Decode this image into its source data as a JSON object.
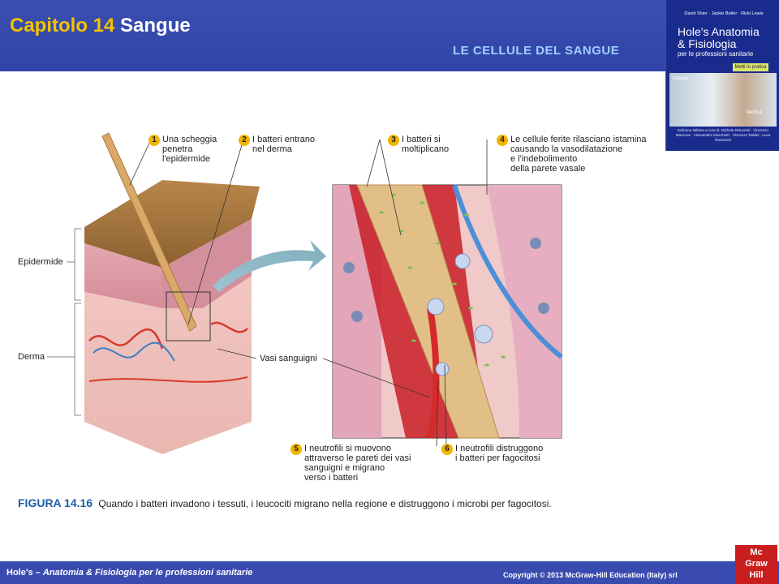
{
  "header": {
    "chapter_prefix": "Capitolo 14",
    "chapter_title": "Sangue",
    "section": "LE CELLULE  DEL SANGUE"
  },
  "book_cover": {
    "authors": "David Shier · Jackie Butler · Ricki Lewis",
    "title_line1": "Hole's Anatomia",
    "title_line2": "& Fisiologia",
    "subtitle": "per le professioni sanitarie",
    "tag": "Metti in pratica",
    "photo_label1": "Impara",
    "photo_label2": "Verifica",
    "edition": "Edizione italiana a cura di: Michela Relucenti · Vincenzo Mazzone · Alessandro Giacchetti · Vincenzo Taddei · Luca Ravanzini"
  },
  "figure": {
    "steps": [
      {
        "num": "1",
        "text": "Una scheggia\npenetra\nl'epidermide"
      },
      {
        "num": "2",
        "text": "I batteri entrano\nnel derma"
      },
      {
        "num": "3",
        "text": "I batteri si\nmoltiplicano"
      },
      {
        "num": "4",
        "text": "Le cellule ferite rilasciano istamina\ncausando la vasodilatazione\ne l'indebolimento\ndella parete vasale"
      },
      {
        "num": "5",
        "text": "I neutrofili si muovono\nattraverso le pareti dei vasi\nsanguigni e migrano\nverso i batteri"
      },
      {
        "num": "6",
        "text": "I neutrofili distruggono\ni batteri per fagocitosi"
      }
    ],
    "labels": {
      "epidermide": "Epidermide",
      "derma": "Derma",
      "vasi": "Vasi sanguigni"
    },
    "caption_number": "FIGURA 14.16",
    "caption_text": "Quando i batteri invadono i tessuti, i leucociti migrano nella regione e distruggono i microbi per fagocitosi."
  },
  "footer": {
    "book": "Hole's",
    "dash": " – ",
    "title": "Anatomia & Fisiologia per le professioni sanitarie",
    "copyright_prefix": "Copyright © 2013",
    "copyright_publisher": "McGraw-Hill Education (Italy) srl",
    "logo_line1": "Mc",
    "logo_line2": "Graw",
    "logo_line3": "Hill"
  },
  "colors": {
    "header_bg": "#3044a8",
    "chapter_accent": "#f2c200",
    "section_text": "#9fd0ff",
    "step_badge": "#f1b400",
    "caption_accent": "#1b5ea8",
    "logo_red": "#c81e1e"
  }
}
